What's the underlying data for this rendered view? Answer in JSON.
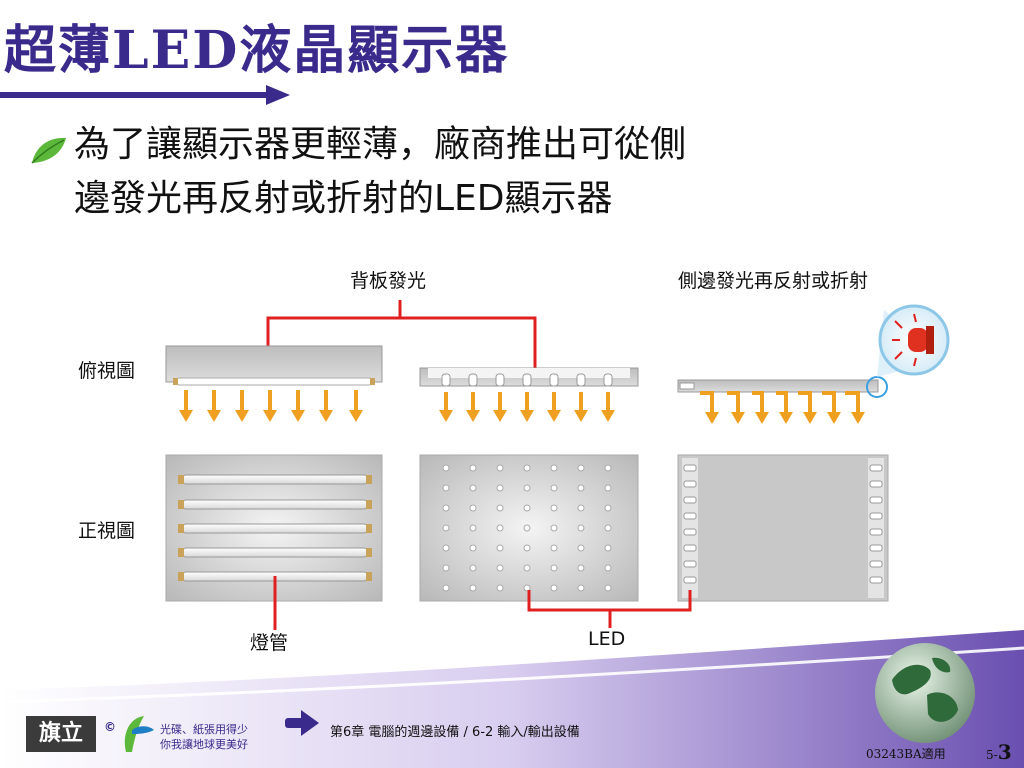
{
  "slide": {
    "title": "超薄LED液晶顯示器",
    "bullet_line1": "為了讓顯示器更輕薄，廠商推出可從側",
    "bullet_line2": "邊發光再反射或折射的LED顯示器"
  },
  "diagram": {
    "label_back": "背板發光",
    "label_side": "側邊發光再反射或折射",
    "label_top_view": "俯視圖",
    "label_front_view": "正視圖",
    "label_tube": "燈管",
    "label_led": "LED"
  },
  "footer": {
    "logo": "旗立",
    "copyright": "©",
    "eco_line1": "光碟、紙張用得少",
    "eco_line2": "你我讓地球更美好",
    "chapter": "第6章 電腦的週邊設備 / 6-2 輸入/輸出設備",
    "course": "03243BA適用",
    "page_prefix": "5-",
    "page_number": "3"
  },
  "colors": {
    "title": "#3a2a8c",
    "connector": "#e02020",
    "arrow": "#f0a020",
    "footer_band": "#6a4fb0"
  }
}
